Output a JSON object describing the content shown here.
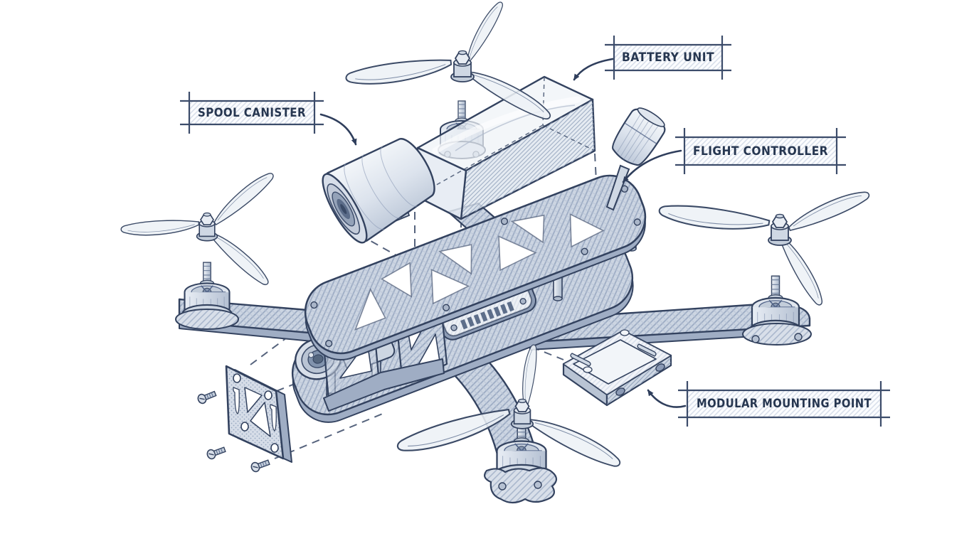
{
  "labels": {
    "spool": {
      "text": "SPOOL CANISTER"
    },
    "battery": {
      "text": "BATTERY UNIT"
    },
    "flight": {
      "text": "FLIGHT CONTROLLER"
    },
    "modular": {
      "text": "MODULAR MOUNTING POINT"
    }
  },
  "colors": {
    "ink": "#33425f",
    "paper": "#ffffff",
    "carbon_light": "#ccd5e2",
    "carbon_line": "#9dacc4",
    "label_fill": "#fbfcfe",
    "label_hatch": "#d7deea",
    "dash_line": "#44536f",
    "label_text": "#263650"
  }
}
